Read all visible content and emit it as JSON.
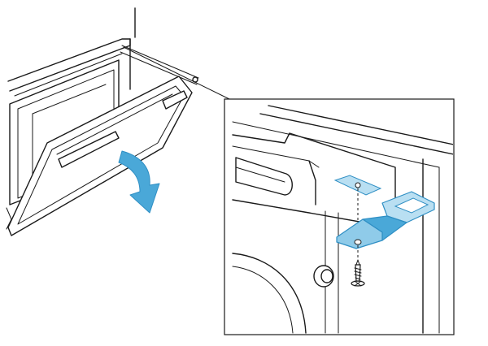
{
  "colors": {
    "line": "#1a1a1a",
    "background": "#ffffff",
    "accent": "#4aa8d8",
    "accent_light": "#b9dff2",
    "accent_dark": "#2f8fc4"
  },
  "illustration": {
    "overview": {
      "door_state": "opening",
      "arrow_direction": "down"
    },
    "detail_view": {
      "parts": [
        "mounting-bracket",
        "screw"
      ]
    }
  }
}
